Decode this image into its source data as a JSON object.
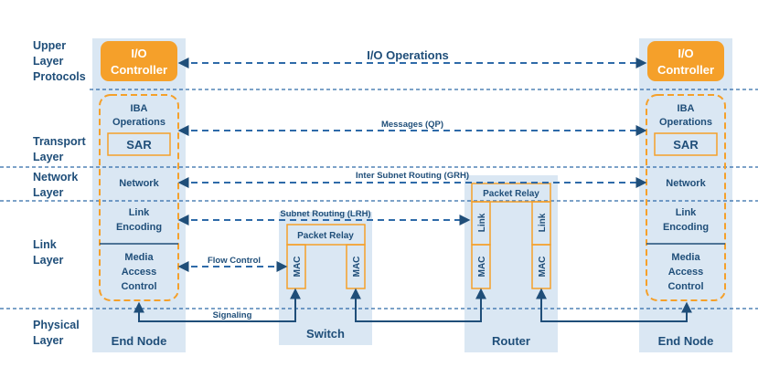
{
  "layers": {
    "upper": [
      "Upper",
      "Layer",
      "Protocols"
    ],
    "transport": [
      "Transport",
      "Layer"
    ],
    "network": [
      "Network",
      "Layer"
    ],
    "link": [
      "Link",
      "Layer"
    ],
    "physical": [
      "Physical",
      "Layer"
    ]
  },
  "nodes": {
    "left_end_node": "End Node",
    "switch": "Switch",
    "router": "Router",
    "right_end_node": "End Node"
  },
  "end_node_blocks": {
    "io_controller": [
      "I/O",
      "Controller"
    ],
    "iba_operations": [
      "IBA",
      "Operations"
    ],
    "sar": "SAR",
    "network": "Network",
    "link_encoding": [
      "Link",
      "Encoding"
    ],
    "media_access_control": [
      "Media",
      "Access",
      "Control"
    ]
  },
  "switch_blocks": {
    "packet_relay": "Packet Relay",
    "mac": "MAC"
  },
  "router_blocks": {
    "packet_relay": "Packet Relay",
    "link": "Link",
    "mac": "MAC"
  },
  "connections": {
    "io_operations": "I/O Operations",
    "messages": "Messages (QP)",
    "inter_subnet_routing": "Inter Subnet Routing (GRH)",
    "subnet_routing": "Subnet Routing (LRH)",
    "flow_control": "Flow Control",
    "signaling": "Signaling"
  },
  "colors": {
    "text_blue": "#1f4e79",
    "orange": "#f5a02a",
    "panel": "#dae7f3",
    "dash_blue": "#2e6aa8"
  }
}
